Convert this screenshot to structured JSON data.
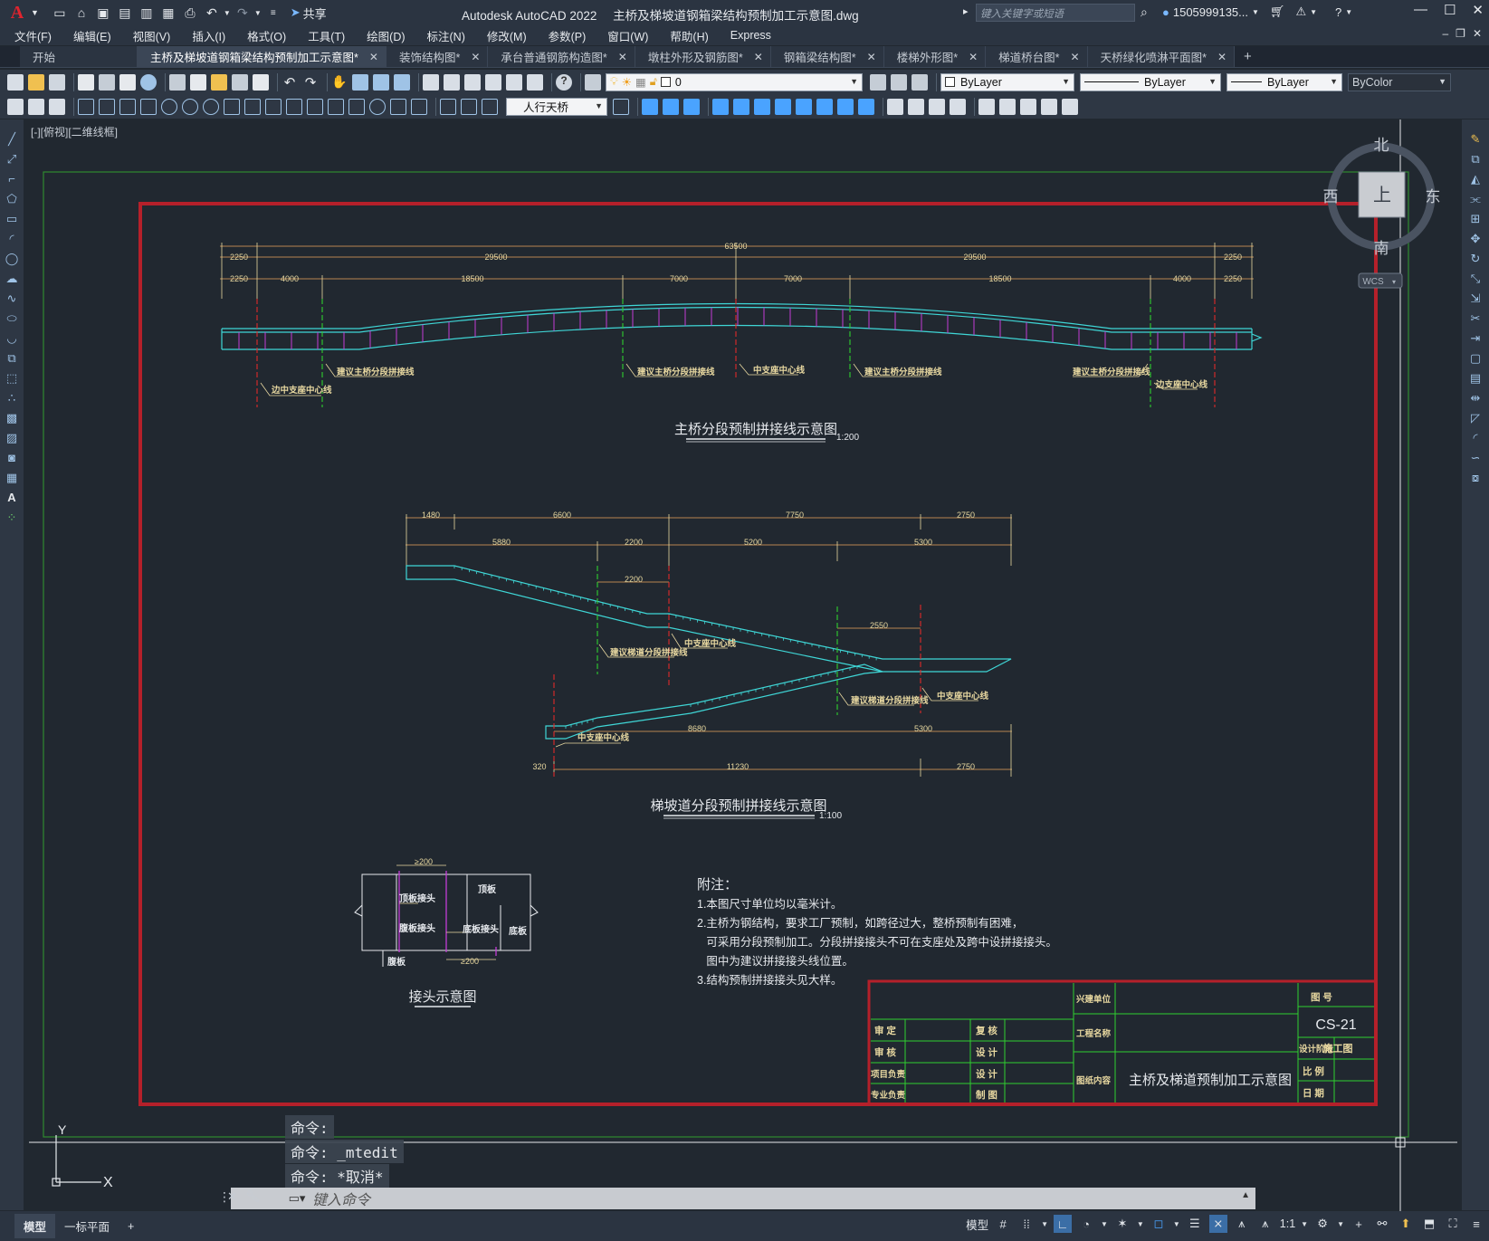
{
  "titlebar": {
    "app_name": "Autodesk AutoCAD 2022",
    "file_name": "主桥及梯坡道钢箱梁结构预制加工示意图.dwg",
    "share_label": "共享",
    "search_placeholder": "键入关键字或短语",
    "user": "1505999135...",
    "icons": [
      "new-icon",
      "open-icon",
      "save-icon",
      "save-as-icon",
      "plot-preview-icon",
      "publish-icon",
      "print-icon",
      "undo-icon",
      "redo-icon",
      "share-icon",
      "search-icon",
      "user-icon",
      "cart-icon",
      "a360-icon",
      "help-icon",
      "minimize-icon",
      "maximize-icon",
      "close-icon"
    ]
  },
  "menubar": {
    "items": [
      "文件(F)",
      "编辑(E)",
      "视图(V)",
      "插入(I)",
      "格式(O)",
      "工具(T)",
      "绘图(D)",
      "标注(N)",
      "修改(M)",
      "参数(P)",
      "窗口(W)",
      "帮助(H)",
      "Express"
    ]
  },
  "tabs": [
    {
      "label": "开始",
      "active": false,
      "closable": false
    },
    {
      "label": "主桥及梯坡道钢箱梁结构预制加工示意图*",
      "active": true,
      "closable": true
    },
    {
      "label": "装饰结构图*",
      "active": false,
      "closable": true
    },
    {
      "label": "承台普通钢筋构造图*",
      "active": false,
      "closable": true
    },
    {
      "label": "墩柱外形及钢筋图*",
      "active": false,
      "closable": true
    },
    {
      "label": "钢箱梁结构图*",
      "active": false,
      "closable": true
    },
    {
      "label": "楼梯外形图*",
      "active": false,
      "closable": true
    },
    {
      "label": "梯道桥台图*",
      "active": false,
      "closable": true
    },
    {
      "label": "天桥绿化喷淋平面图*",
      "active": false,
      "closable": true
    }
  ],
  "toolbar": {
    "layer": "0",
    "color": "ByLayer",
    "linetype": "ByLayer",
    "lineweight": "ByLayer",
    "plotstyle": "ByColor",
    "text_style": "人行天桥"
  },
  "viewport": {
    "label": "[-][俯视][二维线框]",
    "viewcube": {
      "north": "北",
      "south": "南",
      "east": "东",
      "west": "西",
      "top": "上",
      "wcs": "WCS"
    }
  },
  "drawing": {
    "main_bridge": {
      "title": "主桥分段预制拼接线示意图",
      "scale": "1:200",
      "dims_top": [
        "63500"
      ],
      "dims_row1": [
        "2250",
        "29500",
        "29500",
        "2250"
      ],
      "dims_row2": [
        "2250",
        "4000",
        "18500",
        "7000",
        "7000",
        "18500",
        "4000",
        "2250"
      ],
      "labels": [
        "边中支座中心线",
        "建议主桥分段拼接线",
        "建议主桥分段拼接线",
        "中支座中心线",
        "建议主桥分段拼接线",
        "建议主桥分段拼接线",
        "边支座中心线"
      ]
    },
    "ramp": {
      "title": "梯坡道分段预制拼接线示意图",
      "scale": "1:100",
      "dims_top": [
        "1480",
        "6600",
        "7750",
        "2750"
      ],
      "dims_row2": [
        "5880",
        "2200",
        "5200",
        "5300"
      ],
      "dims_mid": [
        "2200",
        "2550"
      ],
      "dims_bottom1": [
        "8680",
        "5300"
      ],
      "dims_bottom2": [
        "320",
        "11230",
        "2750"
      ],
      "labels": [
        "建议梯道分段拼接线",
        "中支座中心线",
        "建议梯道分段拼接线",
        "中支座中心线",
        "中支座中心线"
      ]
    },
    "joint": {
      "title": "接头示意图",
      "dims": [
        "≥200",
        "≥200"
      ],
      "labels": [
        "顶板接头",
        "顶板",
        "腹板接头",
        "底板接头",
        "底板",
        "腹板"
      ]
    },
    "notes": {
      "heading": "附注：",
      "lines": [
        "1.本图尺寸单位均以毫米计。",
        "2.主桥为钢结构，要求工厂预制，如跨径过大，整桥预制有困难，",
        "   可采用分段预制加工。分段拼接接头不可在支座处及跨中设拼接接头。",
        "   图中为建议拼接接头线位置。",
        "3.结构预制拼接接头见大样。"
      ]
    },
    "title_block": {
      "labels_left": [
        "审 定",
        "审 核",
        "项目负责",
        "专业负责"
      ],
      "labels_mid": [
        "复 核",
        "设 计",
        "设 计",
        "制 图"
      ],
      "labels_info": [
        "兴建单位",
        "工程名称",
        "图纸内容"
      ],
      "drawing_name": "主桥及梯道预制加工示意图",
      "drawing_no_label": "图 号",
      "drawing_no": "CS-21",
      "stage_label": "设计阶段",
      "stage": "施工图",
      "scale_label": "比 例",
      "date_label": "日 期"
    },
    "ucs": {
      "x": "X",
      "y": "Y"
    }
  },
  "command": {
    "history": [
      "命令:",
      "命令: _mtedit",
      "命令: *取消*"
    ],
    "placeholder": "键入命令"
  },
  "statusbar": {
    "layout_tabs": [
      "模型",
      "一标平面"
    ],
    "model_label": "模型",
    "scale": "1:1"
  }
}
